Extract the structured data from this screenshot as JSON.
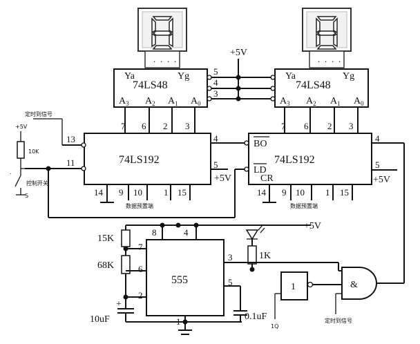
{
  "decoder_ic_label": "74LS48",
  "decoder_outputs": {
    "first": "Ya",
    "last": "Yg"
  },
  "decoder_inputs": [
    "A3",
    "A2",
    "A1",
    "A0"
  ],
  "decoder_input_letter": "A",
  "decoder_input_subs": [
    "3",
    "2",
    "1",
    "0"
  ],
  "counter_ic_label": "74LS192",
  "counter_left_input_pins": [
    "13",
    "11"
  ],
  "counter_top_pins": [
    "7",
    "6",
    "2",
    "3"
  ],
  "counter_bottom_pins": [
    "14",
    "9",
    "10",
    "1",
    "15"
  ],
  "counter_right_pins": [
    "4",
    "5"
  ],
  "counter_right_inputs": {
    "bo": "BO",
    "ld": "LD",
    "cr": "CR"
  },
  "decoder_link_pins": [
    "5",
    "4",
    "3"
  ],
  "supply": "+5V",
  "timer_ic_label": "555",
  "timer_pins": {
    "p8": "8",
    "p4": "4",
    "p7": "7",
    "p6": "6",
    "p2": "2",
    "p3": "3",
    "p5": "5",
    "p1": "1"
  },
  "components": {
    "r1": "15K",
    "r2": "68K",
    "c1": "10uF",
    "c1_plus": "+",
    "c2": "0.1uF",
    "led_r": "1K",
    "switch_r": "10K",
    "switch_vcc": "+5V"
  },
  "labels": {
    "timing_signal_top": "定时到信号",
    "control_switch": "控制开关",
    "switch_ref": "S",
    "preset_left": "数据预置端",
    "preset_right": "数据预置端",
    "timing_signal_bottom": "定时到信号",
    "inverter_ref": "1Q"
  },
  "gates": {
    "inverter": "1",
    "and": "&"
  }
}
